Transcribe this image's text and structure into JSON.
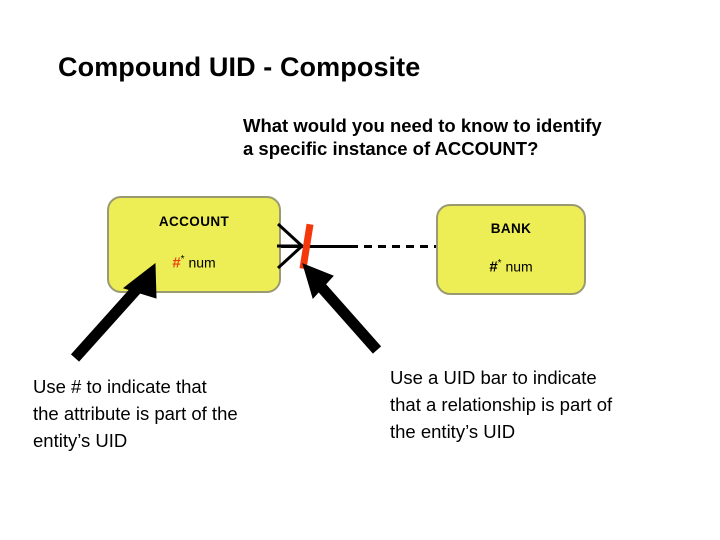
{
  "slide": {
    "title": "Compound UID - Composite",
    "background_color": "#ffffff",
    "question": {
      "line1": "What would you need to know to identify",
      "line2": "a specific instance of ACCOUNT?"
    },
    "diagram": {
      "entity_fill_color": "#eded55",
      "entity_border_color": "#9a9a72",
      "uid_bar_color": "#f4380c",
      "uid_hash_color": "#e8430f",
      "entities": [
        {
          "id": "account",
          "name": "ACCOUNT",
          "attribute": {
            "hash": "#",
            "hash_is_uid": true,
            "optionality": "*",
            "name": "num"
          }
        },
        {
          "id": "bank",
          "name": "BANK",
          "attribute": {
            "hash": "#",
            "hash_is_uid": false,
            "optionality": "*",
            "name": "num"
          }
        }
      ],
      "relationship": {
        "many_end": "account",
        "line_style_near": "solid",
        "line_style_far": "dashed",
        "uid_bar": true
      }
    },
    "captions": {
      "left": {
        "line1": "Use # to indicate that",
        "line2": "the attribute is part of the",
        "line3": "entity’s UID"
      },
      "right": {
        "line1": "Use a UID bar to indicate",
        "line2": "that a relationship is part of",
        "line3": "the entity’s UID"
      }
    },
    "annotations": [
      {
        "id": "arrow-to-hash",
        "points_to": "account-uid-hash"
      },
      {
        "id": "arrow-to-uid-bar",
        "points_to": "relationship-uid-bar"
      }
    ]
  }
}
